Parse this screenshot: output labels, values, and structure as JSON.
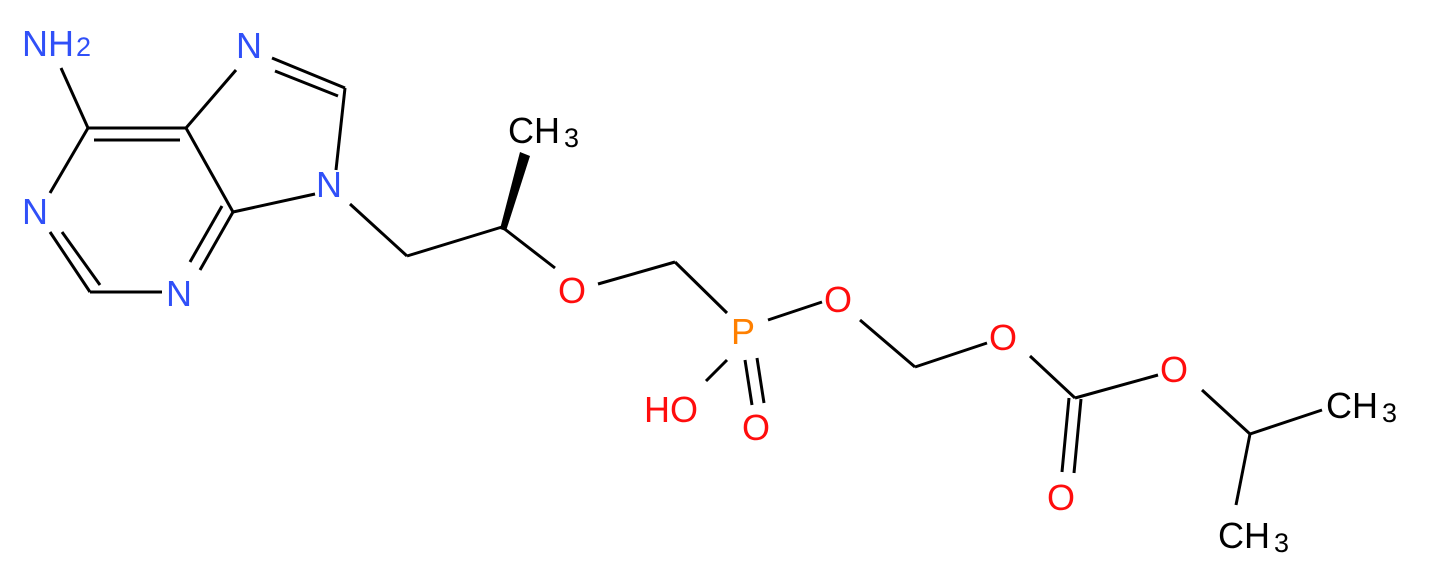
{
  "colors": {
    "carbon": "#000000",
    "nitrogen": "#3050f8",
    "oxygen": "#ff0d0d",
    "phosphorus": "#ff8000"
  },
  "atoms": {
    "nh2_n": "N",
    "nh2_h": "H",
    "nh2_sub": "2",
    "n7": "N",
    "n9": "N",
    "n1": "N",
    "n3": "N",
    "ch3_top_c": "CH",
    "ch3_top_sub": "3",
    "o_ether": "O",
    "p": "P",
    "o_p_ester": "O",
    "ho": "HO",
    "o_phosphoryl": "O",
    "o_carbonate_a": "O",
    "o_carbonate_b": "O",
    "o_carbonyl": "O",
    "ch3_right_c": "CH",
    "ch3_right_sub": "3",
    "ch3_bottom_c": "CH",
    "ch3_bottom_sub": "3"
  }
}
